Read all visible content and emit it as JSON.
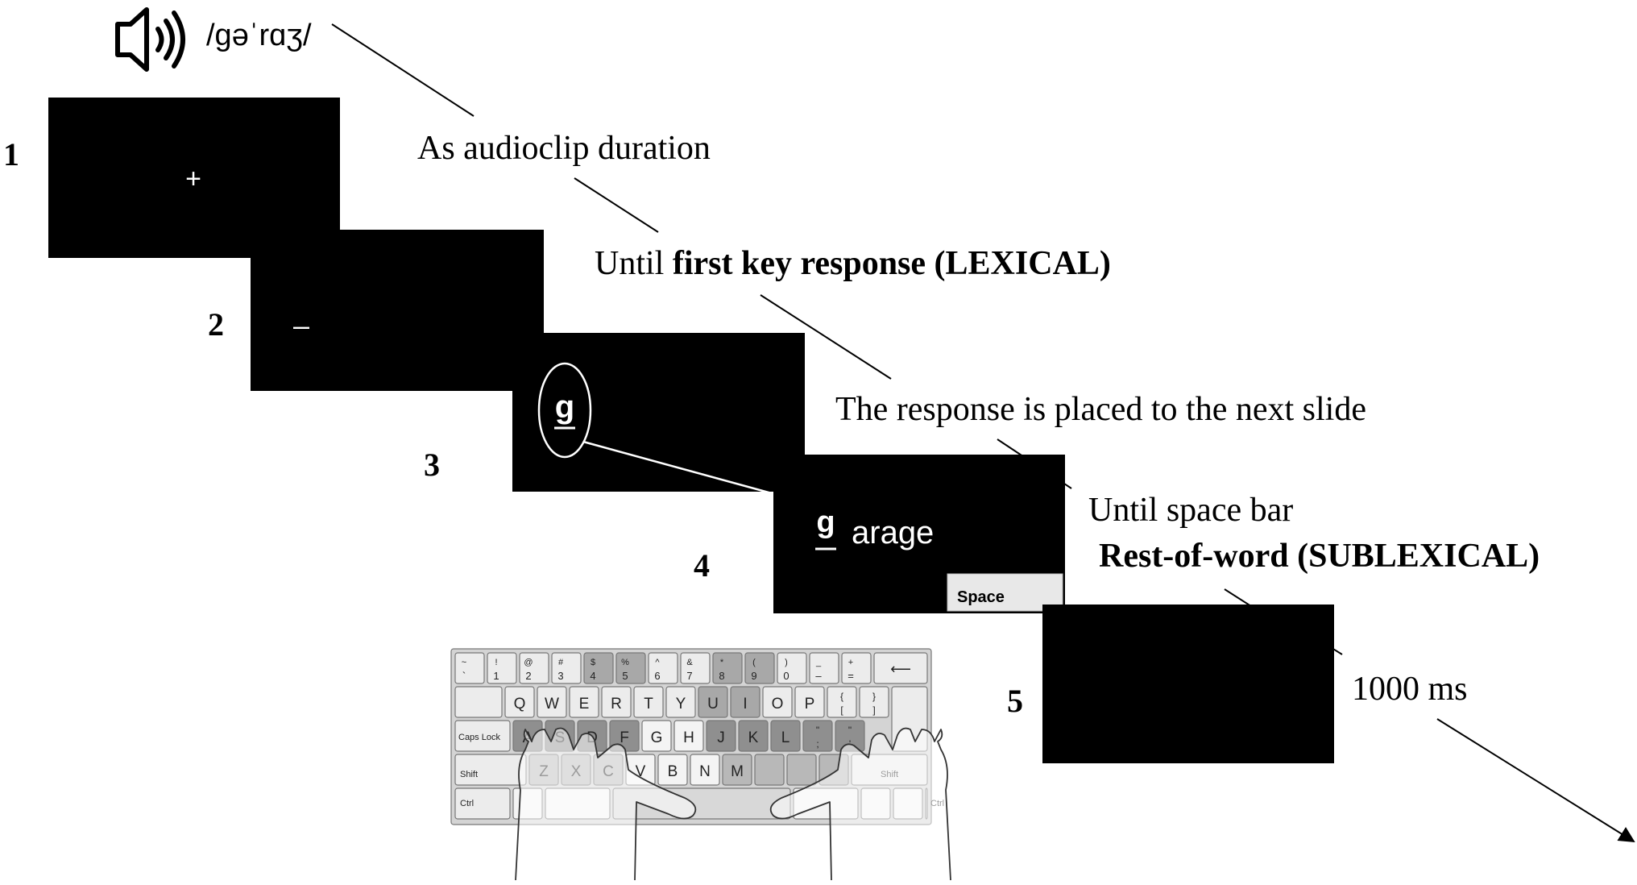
{
  "audio": {
    "icon": "speaker-icon",
    "transcription": "/ɡəˈrɑʒ/"
  },
  "steps": [
    {
      "number": "1",
      "screen_symbol": "+"
    },
    {
      "number": "2",
      "screen_symbol": "–"
    },
    {
      "number": "3",
      "screen_symbol": "g"
    },
    {
      "number": "4",
      "first_letter": "g",
      "rest_of_word": "arage",
      "space_key": "Space"
    },
    {
      "number": "5"
    }
  ],
  "durations": {
    "d1": "As audioclip duration",
    "d2_prefix": "Until ",
    "d2_bold": "first key response (LEXICAL)",
    "d3": "The response is placed to the next slide",
    "d4_line1": "Until space bar",
    "d4_line2_bold": "Rest-of-word (SUBLEXICAL)",
    "d5": "1000 ms"
  },
  "keyboard": {
    "row1_top": [
      "~",
      "!",
      "@",
      "#",
      "$",
      "%",
      "^",
      "&",
      "*",
      "(",
      ")",
      "_",
      "+"
    ],
    "row1_bottom": [
      "`",
      "1",
      "2",
      "3",
      "4",
      "5",
      "6",
      "7",
      "8",
      "9",
      "0",
      "–",
      "="
    ],
    "backspace": "⟵",
    "row2": [
      "Q",
      "W",
      "E",
      "R",
      "T",
      "Y",
      "U",
      "I",
      "O",
      "P"
    ],
    "row2_brackets_top": [
      "{",
      "}"
    ],
    "row2_brackets_bottom": [
      "[",
      "]"
    ],
    "caps_lock": "Caps Lock",
    "row3": [
      "A",
      "S",
      "D",
      "F",
      "G",
      "H",
      "J",
      "K",
      "L"
    ],
    "row3_punct_top": [
      "\"",
      "\""
    ],
    "row3_punct_bottom": [
      ";",
      "'"
    ],
    "shift_left": "Shift",
    "row4": [
      "Z",
      "X",
      "C",
      "V",
      "B",
      "N",
      "M"
    ],
    "shift_right": "Shift",
    "ctrl_left": "Ctrl",
    "ctrl_right": "Ctrl"
  }
}
